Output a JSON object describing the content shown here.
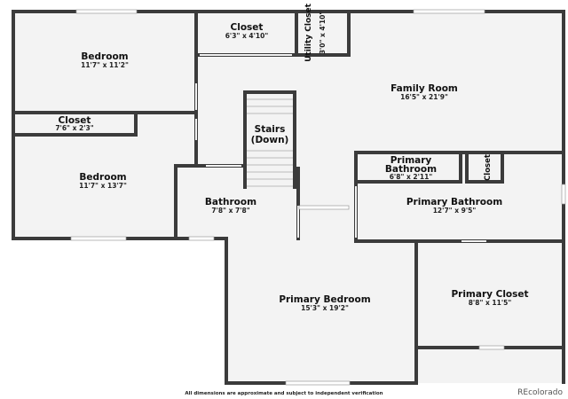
{
  "rooms": [
    {
      "id": "bedroom-1",
      "name": "Bedroom",
      "dims": "11'7\" x 11'2\""
    },
    {
      "id": "closet-1",
      "name": "Closet",
      "dims": "6'3\" x 4'10\""
    },
    {
      "id": "utility-closet",
      "name": "Utility Closet",
      "dims": "3'0\" x 4'10\""
    },
    {
      "id": "family-room",
      "name": "Family Room",
      "dims": "16'5\" x 21'9\""
    },
    {
      "id": "closet-2",
      "name": "Closet",
      "dims": "7'6\" x 2'3\""
    },
    {
      "id": "stairs",
      "name": "Stairs",
      "name2": "(Down)"
    },
    {
      "id": "bedroom-2",
      "name": "Bedroom",
      "dims": "11'7\" x 13'7\""
    },
    {
      "id": "bathroom",
      "name": "Bathroom",
      "dims": "7'8\" x 7'8\""
    },
    {
      "id": "primary-bath-small",
      "name": "Primary",
      "name2": "Bathroom",
      "dims": "6'8\" x 2'11\""
    },
    {
      "id": "closet-3",
      "name": "Closet"
    },
    {
      "id": "primary-bathroom",
      "name": "Primary Bathroom",
      "dims": "12'7\" x 9'5\""
    },
    {
      "id": "primary-bedroom",
      "name": "Primary Bedroom",
      "dims": "15'3\" x 19'2\""
    },
    {
      "id": "primary-closet",
      "name": "Primary Closet",
      "dims": "8'8\" x 11'5\""
    }
  ],
  "footer": "All dimensions are approximate and subject to independent verification",
  "brand": "REcolorado",
  "colors": {
    "wall": "#3b3b3b",
    "floor": "#f3f3f3"
  }
}
